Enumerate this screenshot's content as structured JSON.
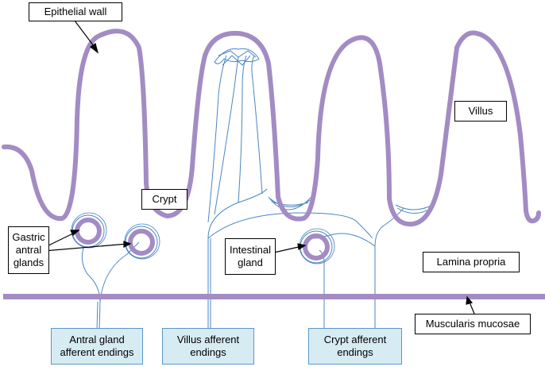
{
  "colors": {
    "membrane": "#a38bc4",
    "nerve": "#4a86c2",
    "ending_box_fill": "#d7ebf3",
    "ending_box_border": "#5a97c9",
    "label_border": "#000000"
  },
  "labels": {
    "epithelial_wall": "Epithelial wall",
    "villus": "Villus",
    "crypt": "Crypt",
    "gastric_antral_glands": "Gastric\nantral\nglands",
    "intestinal_gland": "Intestinal\ngland",
    "lamina_propria": "Lamina propria",
    "muscularis_mucosae": "Muscularis mucosae"
  },
  "endings": {
    "antral_gland": "Antral gland\nafferent endings",
    "villus": "Villus afferent\nendings",
    "crypt": "Crypt afferent\nendings"
  }
}
